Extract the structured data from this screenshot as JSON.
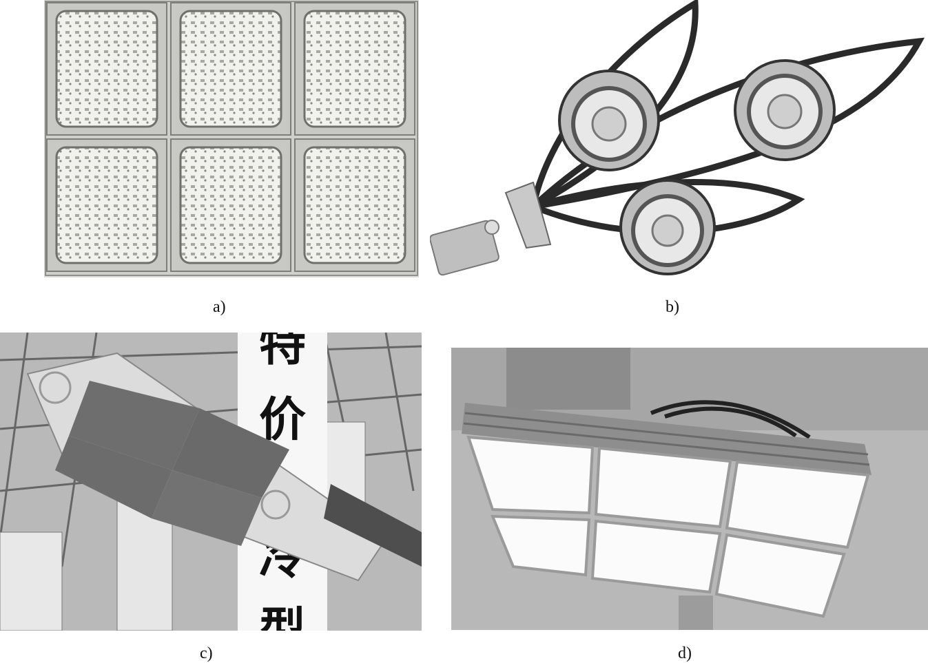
{
  "figure": {
    "panels": [
      {
        "id": "a",
        "caption": "a)",
        "subject": "modular flood light with six rectangular LED modules in a 3x2 grid"
      },
      {
        "id": "b",
        "caption": "b)",
        "subject": "leaf-shaped street lamp with three circular LED heads on curved arms"
      },
      {
        "id": "c",
        "caption": "c)",
        "subject": "LED street light viewed from below in an exhibition hall"
      },
      {
        "id": "d",
        "caption": "d)",
        "subject": "lit square LED luminaire with six glowing panels"
      }
    ],
    "sign_text_c": [
      "特",
      "价",
      "冷",
      "型"
    ],
    "colors": {
      "background": "#ffffff",
      "text": "#111111"
    }
  }
}
